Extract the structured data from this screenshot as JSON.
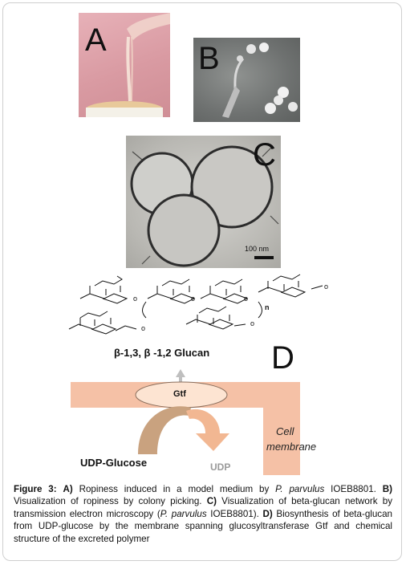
{
  "panels": {
    "a": {
      "letter": "A"
    },
    "b": {
      "letter": "B"
    },
    "c": {
      "letter": "C",
      "scale_bar_label": "100 nm"
    },
    "d": {
      "letter": "D"
    }
  },
  "diagram": {
    "structure_subscript": "n",
    "glucan_label": "β-1,3, β -1,2 Glucan",
    "enzyme_label": "Gtf",
    "membrane_label_line1": "Cell",
    "membrane_label_line2": "membrane",
    "substrate_label": "UDP-Glucose",
    "product_label": "UDP",
    "colors": {
      "membrane": "#f5c1a6",
      "enzyme_fill": "#fde4d2",
      "arrow_in": "#c9a27f",
      "arrow_out": "#f2b792",
      "up_arrow": "#bfbfbf"
    }
  },
  "caption": {
    "figure_label": "Figure 3:",
    "a_label": "A)",
    "a_text": "Ropiness induced in a model medium by",
    "a_species": "P. parvulus",
    "a_strain": "IOEB8801.",
    "b_label": "B)",
    "b_text": "Visualization of ropiness by colony picking.",
    "c_label": "C)",
    "c_text": "Visualization of beta-glucan network by transmission electron microscopy (",
    "c_species": "P. parvulus",
    "c_strain": "IOEB8801).",
    "d_label": "D)",
    "d_text": "Biosynthesis of beta-glucan from UDP-glucose by the membrane spanning glucosyltransferase Gtf and chemical structure of the excreted polymer"
  }
}
